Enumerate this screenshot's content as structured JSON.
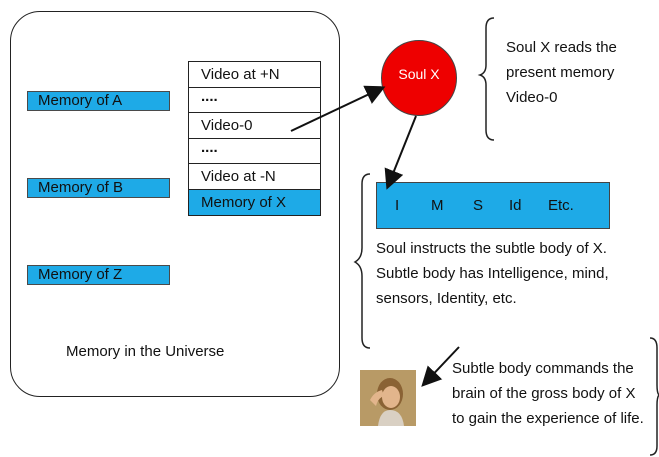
{
  "universe": {
    "label": "Memory in the Universe",
    "memories": [
      "Memory of A",
      "Memory of B",
      "Memory of Z"
    ]
  },
  "stack": {
    "rows": [
      "Video at +N",
      "....",
      "Video-0",
      "....",
      "Video at -N",
      "Memory of X"
    ]
  },
  "soul": {
    "label": "Soul X"
  },
  "notes": {
    "soul_reads": "Soul X reads the present memory Video-0",
    "soul_instructs": "Soul instructs the subtle body of X. Subtle body has Intelligence, mind, sensors, Identity, etc.",
    "subtle_commands": "Subtle body commands the brain of the gross body of X to gain the experience of life."
  },
  "subtle_body": {
    "items": [
      "I",
      "M",
      "S",
      "Id",
      "Etc."
    ]
  },
  "colors": {
    "memory_box": "#1eaae7",
    "soul": "#ee0000"
  }
}
